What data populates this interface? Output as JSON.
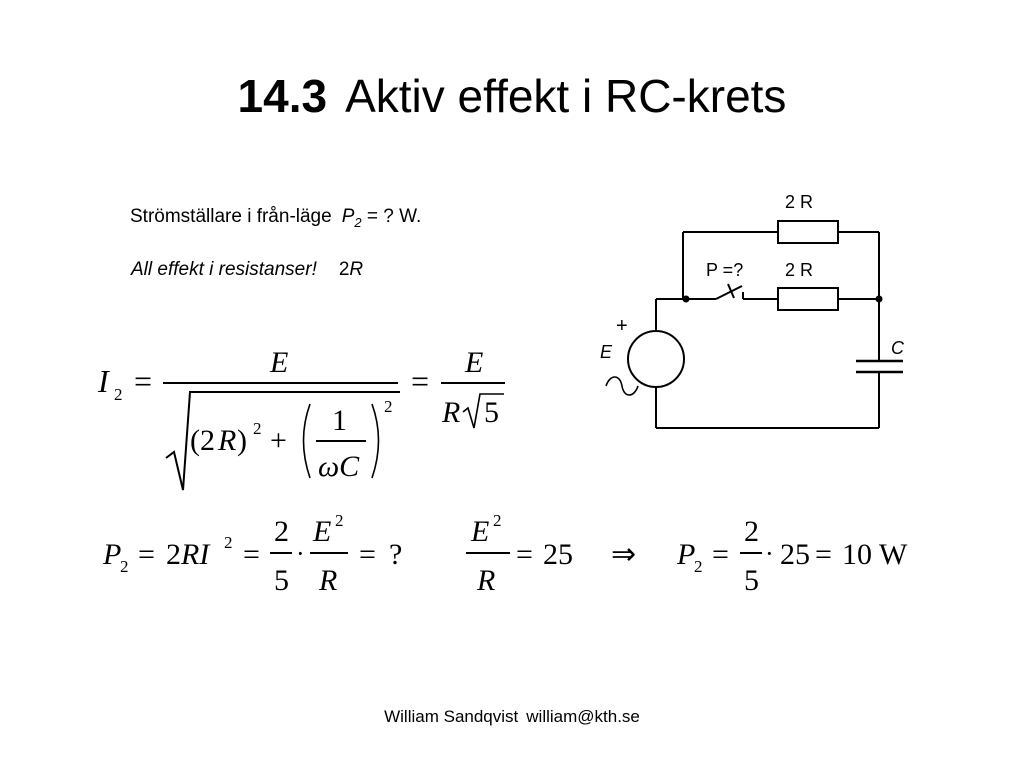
{
  "title": {
    "number": "14.3",
    "text": "Aktiv effekt i RC-krets"
  },
  "statement": {
    "prefix": "Strömställare i från-läge",
    "var": "P",
    "sub": "2",
    "rest": "= ? W."
  },
  "note": {
    "text": "All effekt i resistanser!",
    "value_num": "2",
    "value_var": "R"
  },
  "circuit": {
    "top_resistor": "2 R",
    "switch_label": "P =?",
    "mid_resistor": "2 R",
    "source_sign": "+",
    "source_label": "E",
    "capacitor_label": "C"
  },
  "equations": {
    "current": "I₂ = E / √((2R)² + (1/(ωC))²) = E / (R√5)",
    "power": "P₂ = 2RI² = (2/5)·(E²/R) = ?",
    "given": "E²/R = 25",
    "implies": "⇒",
    "result": "P₂ = (2/5)·25 = 10 W"
  },
  "footer": {
    "name": "William Sandqvist",
    "email": "william@kth.se"
  }
}
